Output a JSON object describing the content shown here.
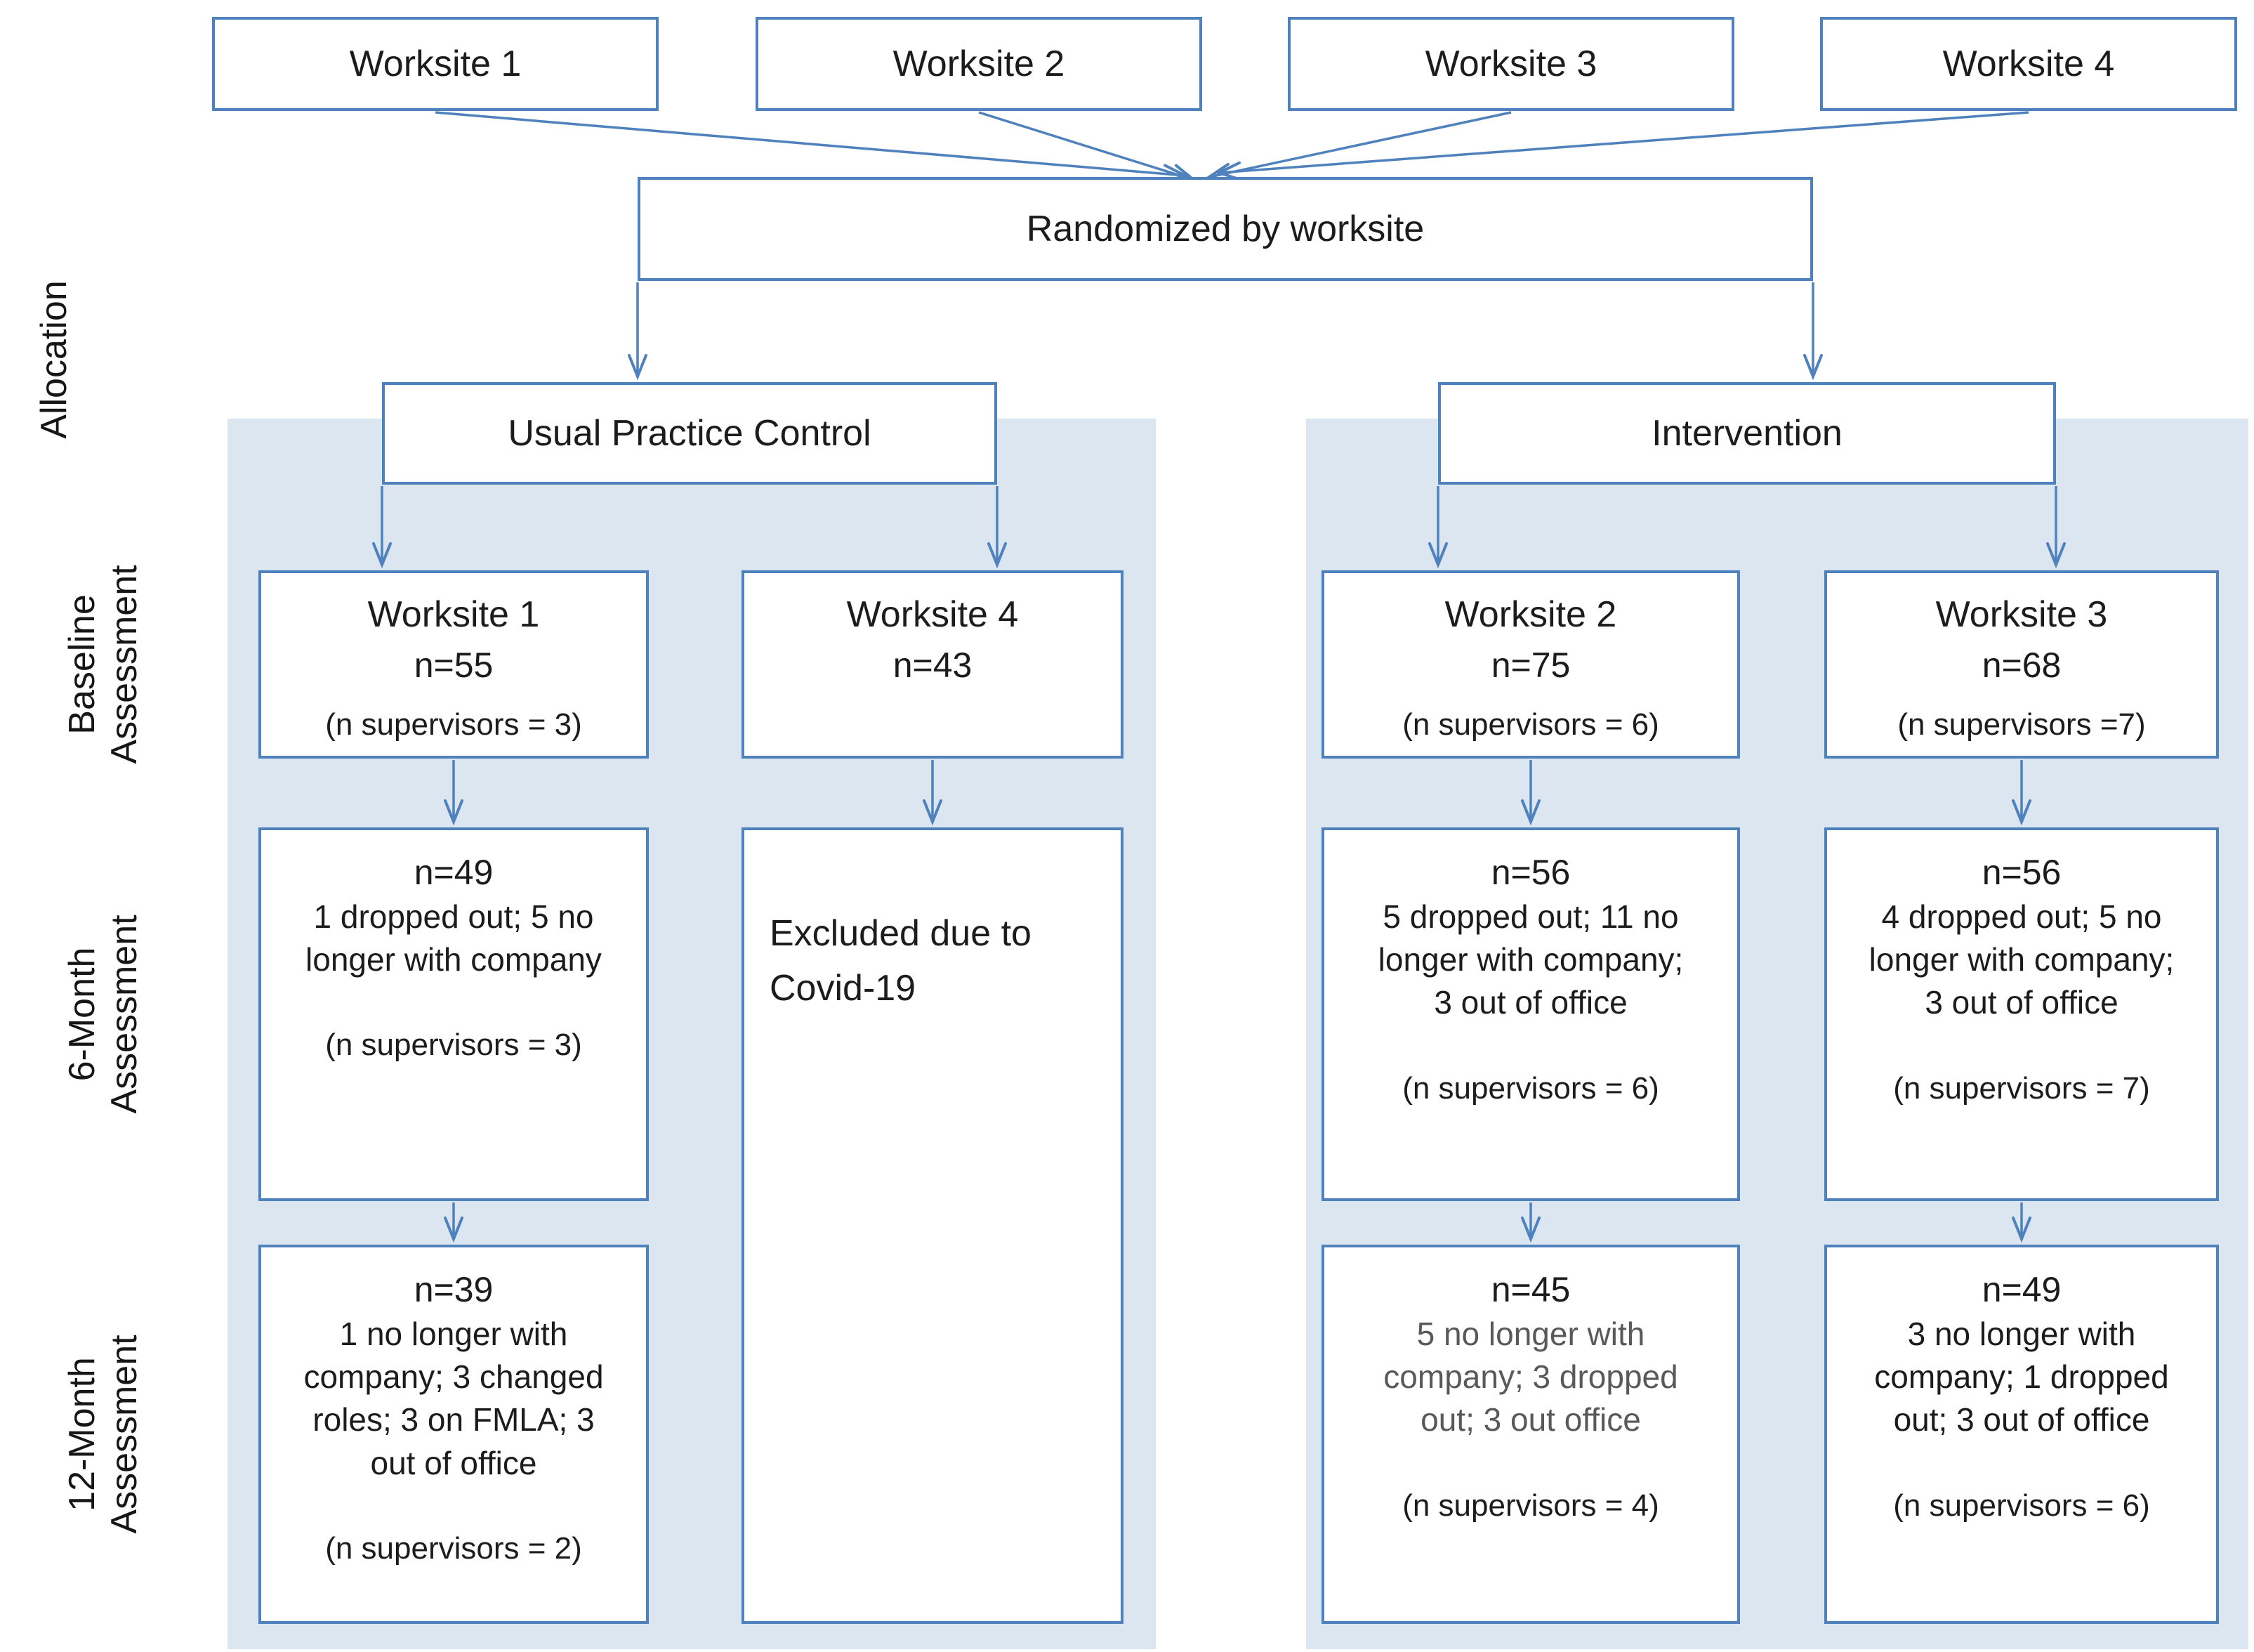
{
  "colors": {
    "accent": "#4f81bd",
    "panel_fill": "#dce6f1",
    "text": "#1c1c1c",
    "muted_text": "#595959"
  },
  "top_worksites": [
    "Worksite 1",
    "Worksite 2",
    "Worksite 3",
    "Worksite 4"
  ],
  "randomized_label": "Randomized by worksite",
  "row_labels": {
    "allocation": "Allocation",
    "baseline": {
      "line1": "Baseline",
      "line2": "Assessment"
    },
    "six_month": {
      "line1": "6-Month",
      "line2": "Assessment"
    },
    "twelve_month": {
      "line1": "12-Month",
      "line2": "Assessment"
    }
  },
  "control": {
    "label": "Usual Practice Control",
    "worksite1": {
      "baseline": {
        "title": "Worksite 1",
        "n": "n=55",
        "supervisors": "(n supervisors = 3)"
      },
      "six_month": {
        "n": "n=49",
        "detail": "1 dropped out; 5 no\nlonger with company",
        "supervisors": "(n supervisors = 3)"
      },
      "twelve_month": {
        "n": "n=39",
        "detail": "1 no longer with\ncompany; 3 changed\nroles; 3 on FMLA; 3\nout of office",
        "supervisors": "(n supervisors = 2)"
      }
    },
    "worksite4": {
      "baseline": {
        "title": "Worksite 4",
        "n": "n=43"
      },
      "excluded": "Excluded due to\nCovid-19"
    }
  },
  "intervention": {
    "label": "Intervention",
    "worksite2": {
      "baseline": {
        "title": "Worksite 2",
        "n": "n=75",
        "supervisors": "(n supervisors = 6)"
      },
      "six_month": {
        "n": "n=56",
        "detail": "5 dropped out; 11 no\nlonger with company;\n3 out of office",
        "supervisors": "(n supervisors = 6)"
      },
      "twelve_month": {
        "n": "n=45",
        "detail": "5 no longer with\ncompany; 3 dropped\nout; 3 out office",
        "supervisors": "(n supervisors = 4)"
      }
    },
    "worksite3": {
      "baseline": {
        "title": "Worksite 3",
        "n": "n=68",
        "supervisors": "(n supervisors =7)"
      },
      "six_month": {
        "n": "n=56",
        "detail": "4 dropped out; 5 no\nlonger with company;\n3 out of office",
        "supervisors": "(n supervisors = 7)"
      },
      "twelve_month": {
        "n": "n=49",
        "detail": "3 no longer with\ncompany; 1 dropped\nout; 3 out of office",
        "supervisors": "(n supervisors = 6)"
      }
    }
  }
}
